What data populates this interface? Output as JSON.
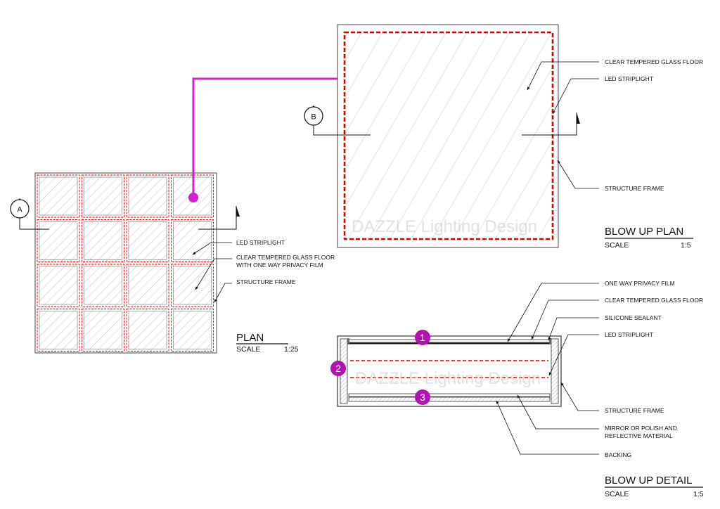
{
  "colors": {
    "accent": "#d020d0",
    "striplight": "#e00000",
    "line": "#222222",
    "hatch": "#9a9a9a"
  },
  "plan": {
    "title": "PLAN",
    "scale_label": "SCALE",
    "scale_value": "1:25",
    "section_tag": "A",
    "labels": {
      "led": "LED STRIPLIGHT",
      "glass1": "CLEAR TEMPERED GLASS FLOOR",
      "glass2": "WITH ONE WAY PRIVACY FILM",
      "frame": "STRUCTURE FRAME"
    }
  },
  "blowup_plan": {
    "title": "BLOW UP PLAN",
    "scale_label": "SCALE",
    "scale_value": "1:5",
    "section_tag": "B",
    "watermark": "DAZZLE Lighting Design",
    "labels": {
      "glass": "CLEAR TEMPERED GLASS FLOOR",
      "led": "LED STRIPLIGHT",
      "frame": "STRUCTURE FRAME"
    }
  },
  "blowup_detail": {
    "title": "BLOW UP DETAIL",
    "scale_label": "SCALE",
    "scale_value": "1:5",
    "watermark": "DAZZLE Lighting Design",
    "markers": [
      "1",
      "2",
      "3"
    ],
    "labels": {
      "film": "ONE WAY PRIVACY FILM",
      "glass": "CLEAR TEMPERED GLASS FLOOR",
      "sealant": "SILICONE SEALANT",
      "led": "LED STRIPLIGHT",
      "frame": "STRUCTURE FRAME",
      "mirror1": "MIRROR OR POLISH AND",
      "mirror2": "REFLECTIVE MATERIAL",
      "backing": "BACKING"
    }
  }
}
